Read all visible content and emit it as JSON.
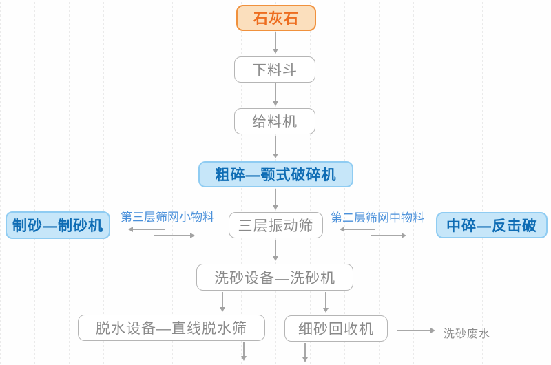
{
  "flowchart": {
    "nodes": {
      "limestone": {
        "label": "石灰石"
      },
      "hopper": {
        "label": "下料斗"
      },
      "feeder": {
        "label": "给料机"
      },
      "jaw_crusher": {
        "label": "粗碎—颚式破碎机"
      },
      "vibrating_screen": {
        "label": "三层振动筛"
      },
      "sand_maker": {
        "label": "制砂—制砂机"
      },
      "impact_crusher": {
        "label": "中碎—反击破"
      },
      "sand_washer": {
        "label": "洗砂设备—洗砂机"
      },
      "dewatering_screen": {
        "label": "脱水设备—直线脱水筛"
      },
      "fine_sand_recycler": {
        "label": "细砂回收机"
      }
    },
    "edge_labels": {
      "third_screen_fine": "第三层筛网小物料",
      "second_screen_medium": "第二层筛网中物料",
      "washing_wastewater": "洗砂废水"
    },
    "colors": {
      "source_fill": "#fbdfbd",
      "source_border": "#f0913d",
      "source_text": "#ed6d1f",
      "process_fill": "#c6e6f9",
      "process_border": "#8fccf2",
      "process_text": "#0e6cb4",
      "plain_border": "#b5b5b5",
      "plain_text": "#8a8a8a",
      "edge_label_text": "#4a90da",
      "arrow": "#a8a8a8"
    }
  }
}
